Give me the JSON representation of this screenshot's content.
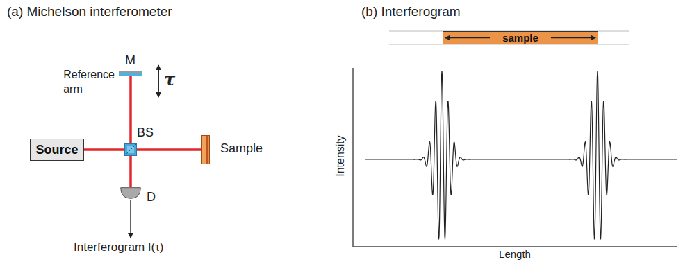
{
  "diagram": {
    "nodes": [
      {
        "text": [
          "Source"
        ]
      },
      {
        "text": [
          "BS"
        ]
      },
      {
        "text": [
          "Sample"
        ]
      },
      {
        "text": [
          "M"
        ]
      },
      {
        "text": [
          "D"
        ]
      },
      {
        "text": [
          "sample"
        ]
      }
    ],
    "edges": [
      {
        "from": 0,
        "to": 1,
        "arrow": "none"
      },
      {
        "from": 1,
        "to": 2,
        "arrow": "none"
      },
      {
        "from": 1,
        "to": 3,
        "arrow": "none"
      },
      {
        "from": 1,
        "to": 4,
        "arrow": "none"
      }
    ],
    "labels": [
      "(a) Michelson interferometer",
      "(b) Interferogram",
      "Reference arm",
      "τ",
      "Interferogram I(τ)",
      "Intensity",
      "Length"
    ]
  }
}
